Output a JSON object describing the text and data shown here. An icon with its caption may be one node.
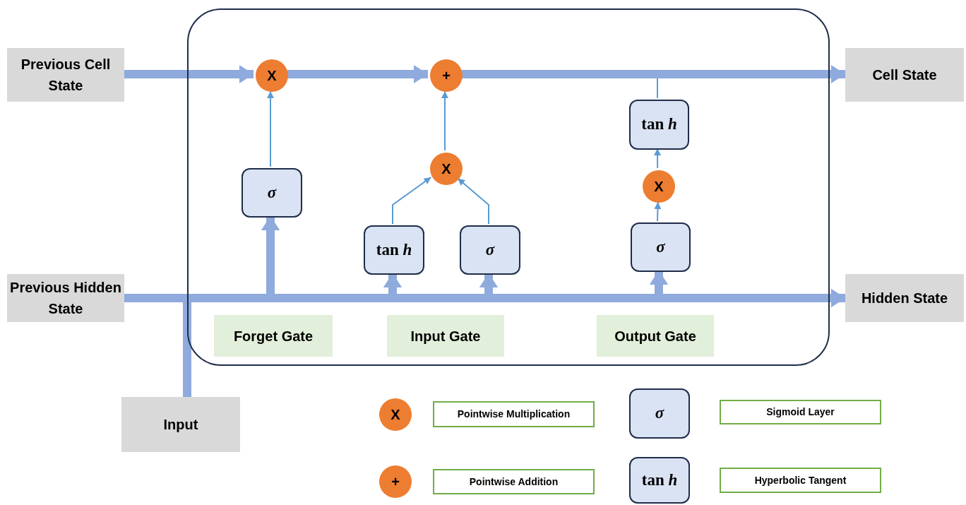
{
  "diagram": {
    "nodes": [
      {
        "text": [],
        "shape": "box"
      },
      {
        "text": [
          "Previous Cell State"
        ]
      },
      {
        "text": [
          "Previous Hidden State"
        ]
      },
      {
        "text": [
          "Input"
        ]
      },
      {
        "text": [
          "Cell State"
        ]
      },
      {
        "text": [
          "Hidden State"
        ]
      },
      {
        "text": [
          "X"
        ],
        "in": 0
      },
      {
        "text": [
          "+"
        ],
        "in": 0
      },
      {
        "text": [
          "σ"
        ],
        "in": 0
      },
      {
        "text": [
          "X"
        ],
        "in": 0
      },
      {
        "text": [
          "tan *h*"
        ],
        "in": 0
      },
      {
        "text": [
          "σ"
        ],
        "in": 0
      },
      {
        "text": [
          "tan *h*"
        ],
        "in": 0
      },
      {
        "text": [
          "X"
        ],
        "in": 0
      },
      {
        "text": [
          "σ"
        ],
        "in": 0
      },
      {
        "text": [
          "Forget Gate"
        ],
        "in": 0
      },
      {
        "text": [
          "Input Gate"
        ],
        "in": 0
      },
      {
        "text": [
          "Output Gate"
        ],
        "in": 0
      },
      {
        "text": [
          "X"
        ]
      },
      {
        "text": [
          "Pointwise Multiplication"
        ]
      },
      {
        "text": [
          "σ"
        ]
      },
      {
        "text": [
          "Sigmoid Layer"
        ]
      },
      {
        "text": [
          "+"
        ]
      },
      {
        "text": [
          "Pointwise Addition"
        ]
      },
      {
        "text": [
          "tan *h*"
        ]
      },
      {
        "text": [
          "Hyperbolic Tangent"
        ]
      }
    ],
    "edges": [
      {
        "from": 1,
        "to": 6,
        "arrow": "to"
      },
      {
        "from": 6,
        "to": 7,
        "arrow": "to"
      },
      {
        "from": 7,
        "to": 4,
        "arrow": "to"
      },
      {
        "from": 2,
        "to": 8,
        "arrow": "to"
      },
      {
        "from": 2,
        "to": 10,
        "arrow": "to"
      },
      {
        "from": 2,
        "to": 11,
        "arrow": "to"
      },
      {
        "from": 2,
        "to": 14,
        "arrow": "to"
      },
      {
        "from": 2,
        "to": 5,
        "arrow": "to"
      },
      {
        "from": 3,
        "to": 8,
        "arrow": "to"
      },
      {
        "from": 3,
        "to": 10,
        "arrow": "to"
      },
      {
        "from": 3,
        "to": 11,
        "arrow": "to"
      },
      {
        "from": 3,
        "to": 14,
        "arrow": "to"
      },
      {
        "from": 3,
        "to": 5,
        "arrow": "to"
      },
      {
        "from": 8,
        "to": 6,
        "arrow": "to",
        "color": "#5b9bd5"
      },
      {
        "from": 9,
        "to": 7,
        "arrow": "to",
        "color": "#5b9bd5"
      },
      {
        "from": 10,
        "to": 9,
        "arrow": "to",
        "color": "#5b9bd5"
      },
      {
        "from": 11,
        "to": 9,
        "arrow": "to",
        "color": "#5b9bd5"
      },
      {
        "from": 14,
        "to": 13,
        "arrow": "to",
        "color": "#5b9bd5"
      },
      {
        "from": 13,
        "to": 12,
        "arrow": "to",
        "color": "#5b9bd5"
      },
      {
        "from": 12,
        "to": 4,
        "arrow": "to",
        "color": "#5b9bd5"
      }
    ]
  }
}
